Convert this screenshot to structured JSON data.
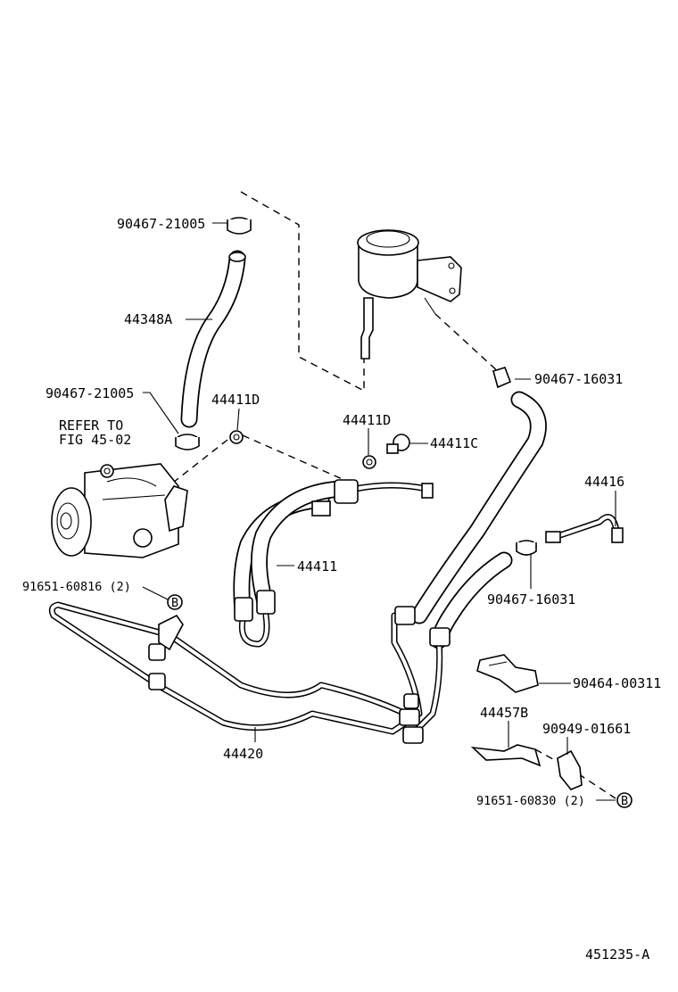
{
  "labels": {
    "clamp_top": "90467-21005",
    "hose_return": "44348A",
    "clamp_left": "90467-21005",
    "gasket_left": "44411D",
    "refer_line1": "REFER TO",
    "refer_line2": "FIG 45-02",
    "gasket_right": "44411D",
    "union_bolt": "44411C",
    "reservoir_clamp": "90467-16031",
    "pressure_hose": "44411",
    "cooler_pipe": "44416",
    "clamp_right": "90467-16031",
    "bolt_left": "91651-60816 (2)",
    "bracket_clamp": "90464-00311",
    "bracket": "44457B",
    "cushion": "90949-01661",
    "return_tube": "44420",
    "bolt_right": "91651-60830 (2)",
    "marker_b": "B",
    "figure_id": "451235-A"
  }
}
